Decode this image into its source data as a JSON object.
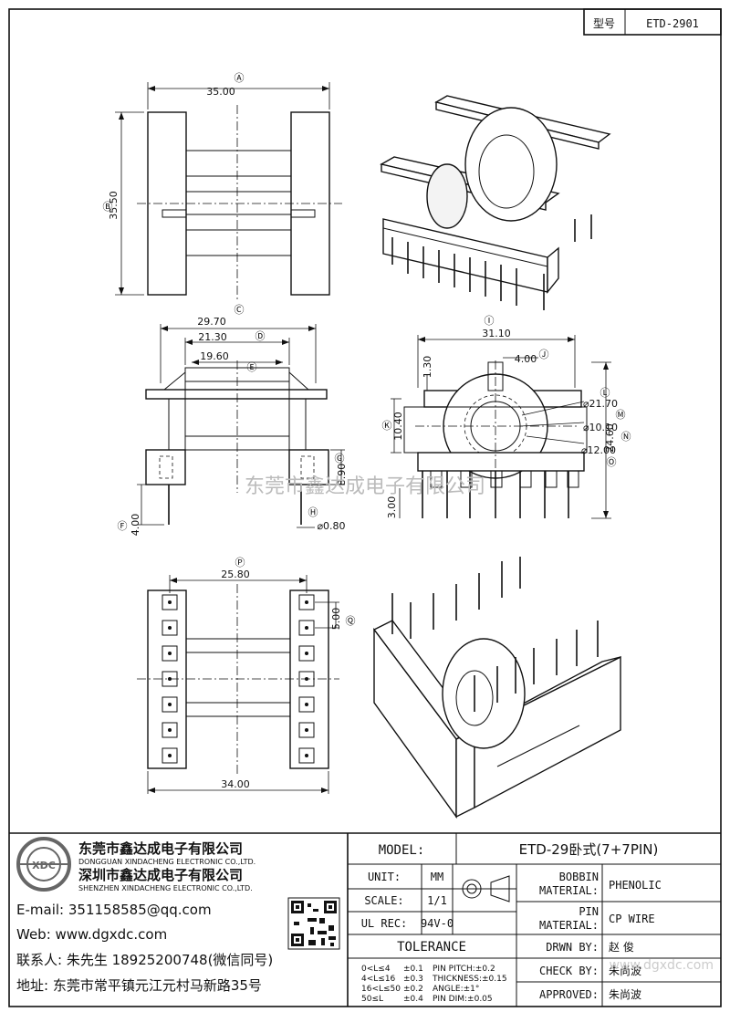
{
  "header": {
    "model_label": "型号",
    "model_value": "ETD-2901"
  },
  "watermark": "东莞市鑫达成电子有限公司",
  "dimensions": {
    "A": "35.00",
    "B": "35.50",
    "C": "29.70",
    "D": "21.30",
    "E": "19.60",
    "F": "4.00",
    "G": "8.90",
    "H": "⌀0.80",
    "I": "31.10",
    "J": "4.00",
    "K": "10.40",
    "L": "⌀21.70",
    "M": "⌀10.10",
    "N": "24.60",
    "O": "⌀12.00",
    "P": "25.80",
    "Q": "5.00",
    "R": "34.00",
    "S": "1.30",
    "T": "3.00"
  },
  "markers": {
    "A": "Ⓐ",
    "B": "Ⓑ",
    "C": "Ⓒ",
    "D": "Ⓓ",
    "E": "Ⓔ",
    "F": "Ⓕ",
    "G": "Ⓖ",
    "H": "Ⓗ",
    "I": "Ⓘ",
    "J": "Ⓙ",
    "K": "Ⓚ",
    "L": "Ⓛ",
    "M": "Ⓜ",
    "N": "Ⓝ",
    "O": "Ⓞ",
    "P": "Ⓟ",
    "Q": "Ⓠ"
  },
  "company": {
    "name_cn1": "东莞市鑫达成电子有限公司",
    "name_en1": "DONGGUAN XINDACHENG ELECTRONIC CO.,LTD.",
    "name_cn2": "深圳市鑫达成电子有限公司",
    "name_en2": "SHENZHEN XINDACHENG ELECTRONIC CO.,LTD.",
    "email": "E-mail: 351158585@qq.com",
    "web": "Web: www.dgxdc.com",
    "contact": "联系人: 朱先生 18925200748(微信同号)",
    "address": "地址: 东莞市常平镇元江元村马新路35号",
    "logo_text": "XDC"
  },
  "title_block": {
    "model_label": "MODEL:",
    "model_value": "ETD-29卧式(7+7PIN)",
    "unit_label": "UNIT:",
    "unit_value": "MM",
    "scale_label": "SCALE:",
    "scale_value": "1/1",
    "ul_label": "UL REC:",
    "ul_value": "94V-0",
    "tolerance_label": "TOLERANCE",
    "tol_rows": [
      {
        "range": "0<L≤4",
        "tol": "±0.1",
        "item": "PIN PITCH:±0.2"
      },
      {
        "range": "4<L≤16",
        "tol": "±0.3",
        "item": "THICKNESS:±0.15"
      },
      {
        "range": "16<L≤50",
        "tol": "±0.2",
        "item": "ANGLE:±1°"
      },
      {
        "range": "50≤L",
        "tol": "±0.4",
        "item": "PIN DIM:±0.05"
      }
    ],
    "bobbin_label1": "BOBBIN",
    "bobbin_label2": "MATERIAL:",
    "bobbin_value": "PHENOLIC",
    "pin_label1": "PIN",
    "pin_label2": "MATERIAL:",
    "pin_value": "CP WIRE",
    "drawn_label": "DRWN BY:",
    "drawn_value": "赵 俊",
    "check_label": "CHECK BY:",
    "check_value": "朱尚波",
    "approved_label": "APPROVED:",
    "approved_value": "朱尚波",
    "watermark_small": "www.dgxdc.com"
  }
}
